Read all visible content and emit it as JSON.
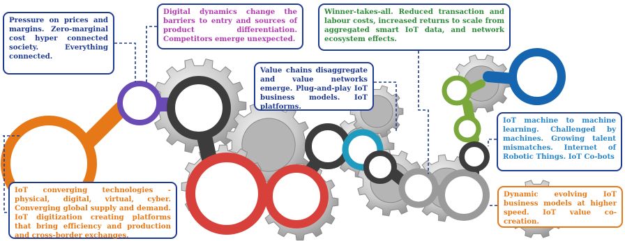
{
  "notes": {
    "pressure": "Pressure on prices and margins. Zero-marginal cost hyper connected society. Everything connected.",
    "digital": "Digital dynamics change the barriers to entry and sources of product differentiation. Competitors emerge unexpected.",
    "winner": "Winner-takes-all. Reduced transaction and labour costs, increased returns to scale from aggregated smart IoT data, and network ecosystem effects.",
    "value_chains": "Value chains disaggregate and value networks emerge. Plug-and-play IoT business models. IoT platforms.",
    "machine": "IoT machine to machine learning. Challenged by machines. Growing talent mismatches. Internet of Robotic Things. IoT Co-bots",
    "converging": "IoT converging technologies - physical, digital, virtual, cyber. Converging global supply and demand. IoT digitization creating platforms that bring efficiency and production and cross-border exchanges.",
    "dynamic": "Dynamic evolving IoT business models at higher speed. IoT value co-creation."
  },
  "colors": {
    "orange": "#e67817",
    "purple": "#6a4bb5",
    "red": "#d8413b",
    "teal": "#1f9bc0",
    "green": "#7aa83a",
    "blue": "#1565b0",
    "dark_gray": "#3c3c3c",
    "gray": "#9a9a9a",
    "navy": "#1f3a93"
  }
}
